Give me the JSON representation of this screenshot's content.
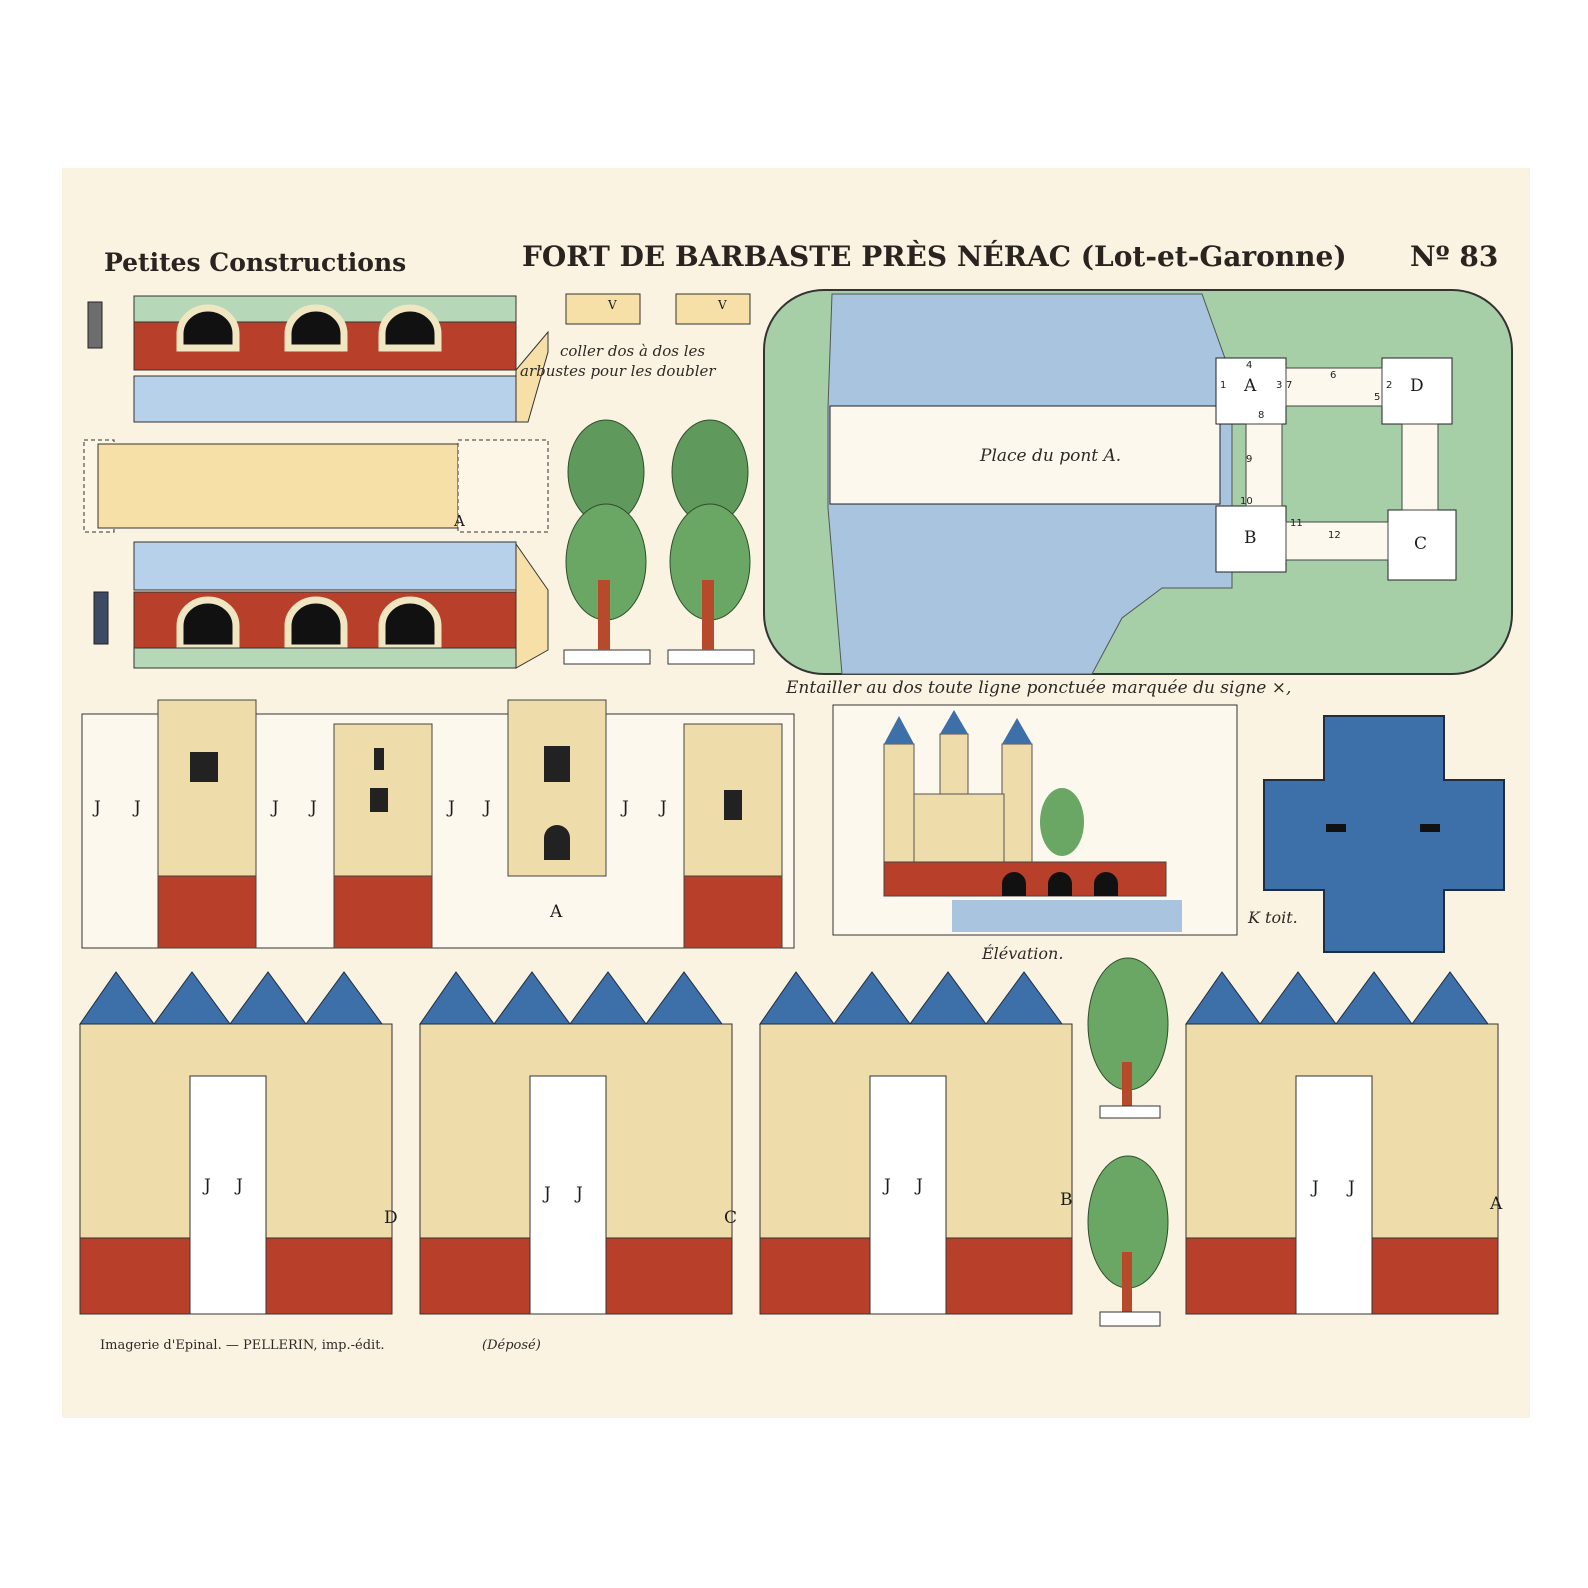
{
  "header": {
    "series": "Petites Constructions",
    "title": "FORT DE BARBASTE PRÈS NÉRAC (Lot-et-Garonne)",
    "number": "Nº 83"
  },
  "notes": {
    "shrubs_line1": "coller dos à dos les",
    "shrubs_line2": "arbustes pour les doubler",
    "cut_instruction": "Entailler au dos toute ligne ponctuée marquée du signe ×,",
    "bridge_place": "Place du pont A.",
    "elevation": "Élévation.",
    "roof": "K toit."
  },
  "labels": {
    "A": "A",
    "B": "B",
    "C": "C",
    "D": "D",
    "J": "J",
    "V": "V",
    "K": "K",
    "n1": "1",
    "n2": "2",
    "n3": "3",
    "n4": "4",
    "n5": "5",
    "n6": "6",
    "n7": "7",
    "n8": "8",
    "n9": "9",
    "n10": "10",
    "n11": "11",
    "n12": "12"
  },
  "footer": {
    "imprint": "Imagerie d'Epinal. — PELLERIN, imp.-édit.",
    "deposit": "(Déposé)"
  },
  "colors": {
    "paper": "#fbf3e1",
    "brick": "#b8402a",
    "stone": "#eedcaa",
    "roof_blue": "#3d6fa8",
    "water": "#a8c4df",
    "grass": "#a6cfa8",
    "tree": "#5f9a5c"
  }
}
